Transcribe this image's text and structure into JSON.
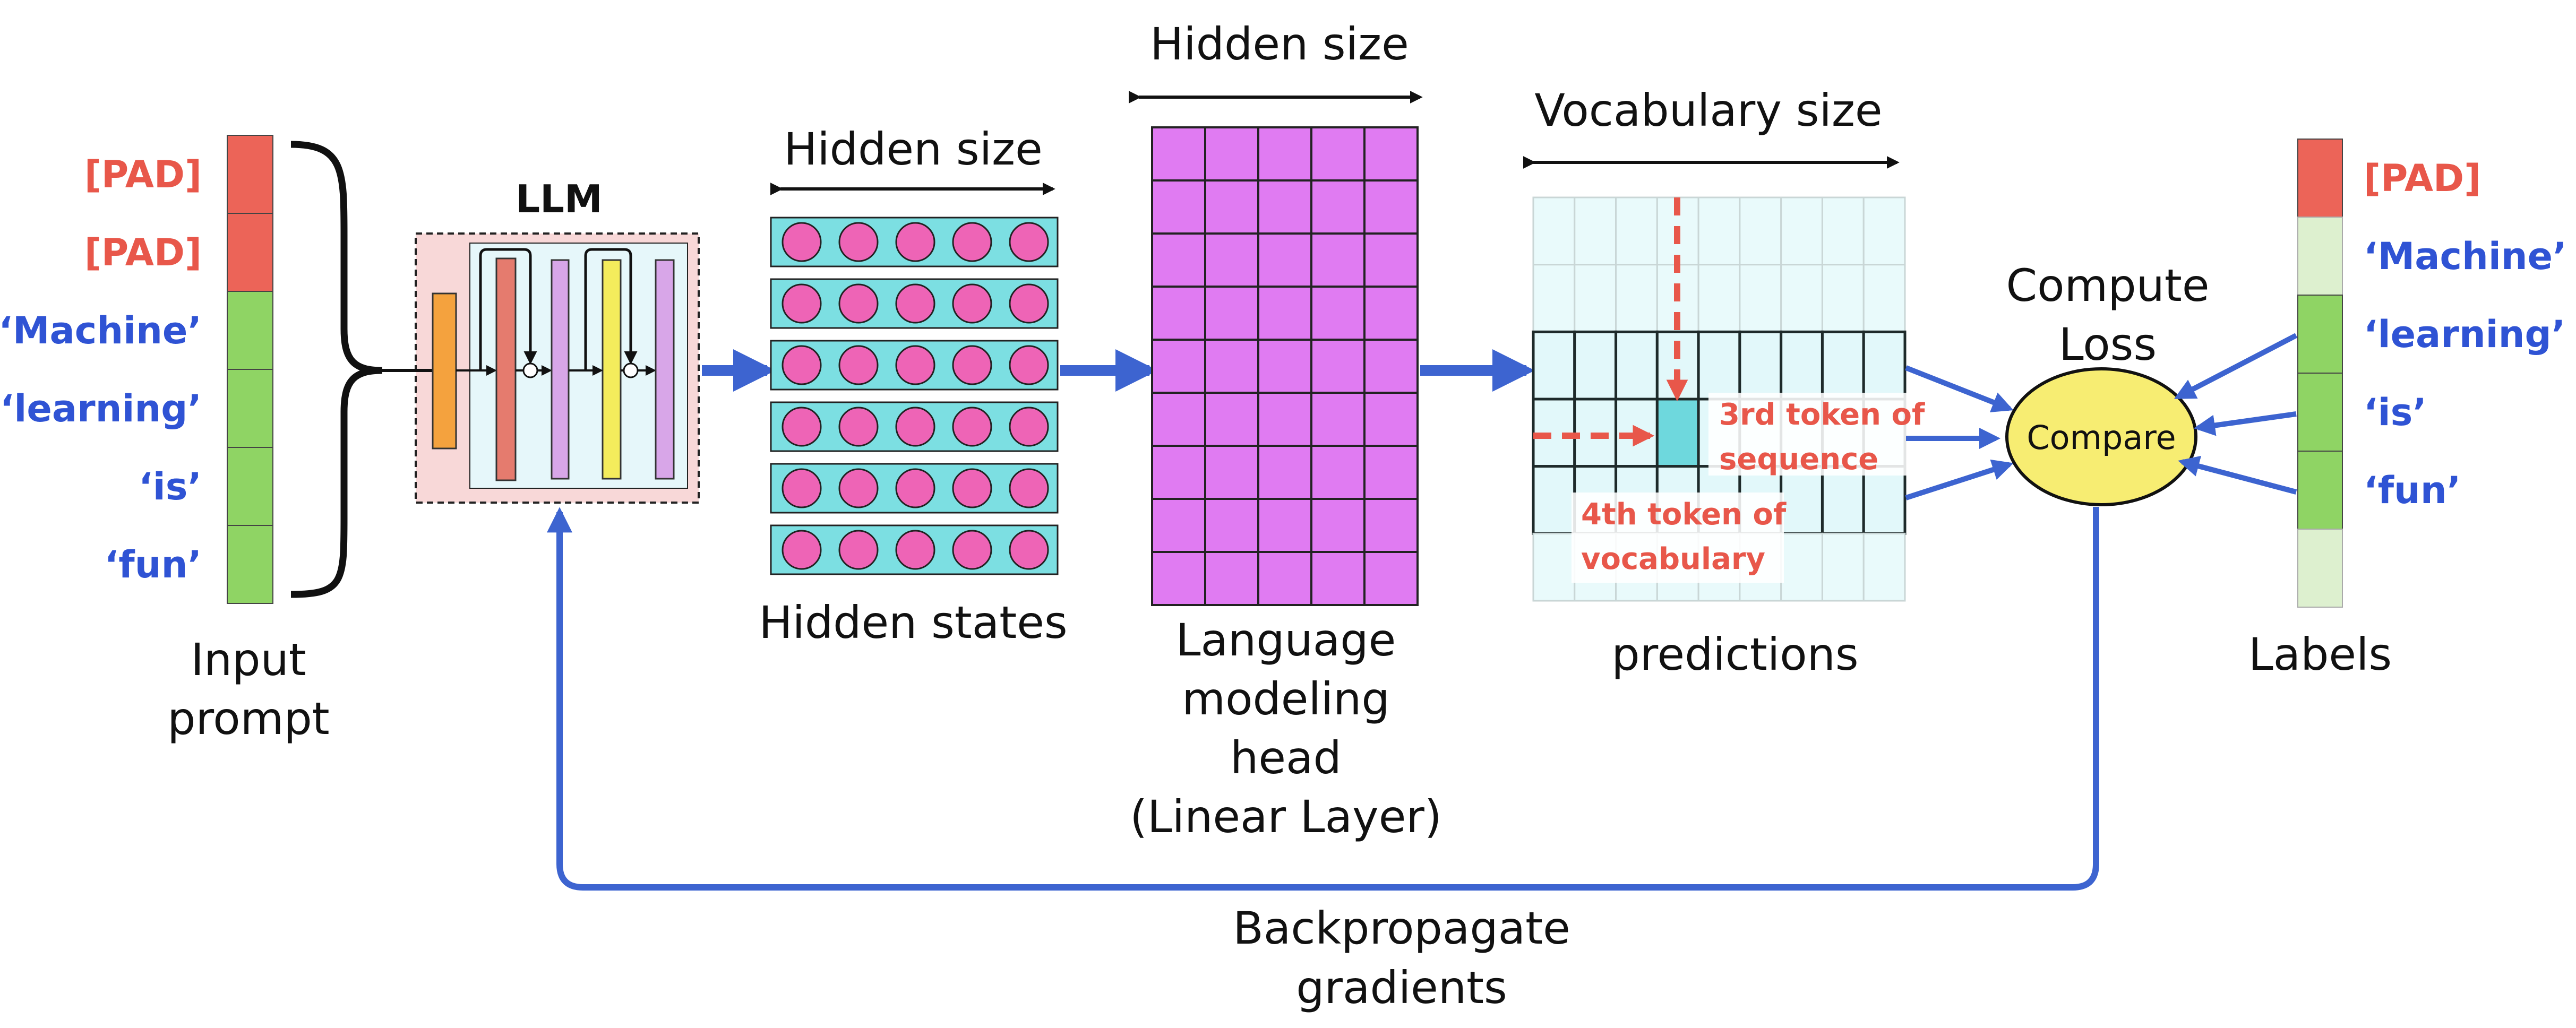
{
  "input": {
    "caption_line1": "Input",
    "caption_line2": "prompt",
    "tokens": [
      {
        "text": "[PAD]",
        "kind": "pad"
      },
      {
        "text": "[PAD]",
        "kind": "pad"
      },
      {
        "text": "‘Machine’",
        "kind": "word"
      },
      {
        "text": "‘learning’",
        "kind": "word"
      },
      {
        "text": "‘is’",
        "kind": "word"
      },
      {
        "text": "‘fun’",
        "kind": "word"
      }
    ]
  },
  "llm": {
    "label": "LLM"
  },
  "hidden_states": {
    "top_label": "Hidden size",
    "caption": "Hidden states",
    "rows": 6,
    "cols": 5
  },
  "lm_head": {
    "top_label": "Hidden size",
    "caption_lines": [
      "Language",
      "modeling",
      "head",
      "(Linear Layer)"
    ],
    "rows": 9,
    "cols": 5
  },
  "predictions": {
    "top_label": "Vocabulary size",
    "caption": "predictions",
    "rows": 6,
    "cols": 9,
    "annotation_sequence": [
      "3rd token of",
      "sequence"
    ],
    "annotation_vocab": [
      "4th token of",
      "vocabulary"
    ]
  },
  "compare": {
    "label_line1": "Compute",
    "label_line2": "Loss",
    "node": "Compare"
  },
  "labels": {
    "caption": "Labels",
    "tokens": [
      {
        "text": "[PAD]",
        "kind": "pad"
      },
      {
        "text": "‘Machine’",
        "kind": "word"
      },
      {
        "text": "‘learning’",
        "kind": "word"
      },
      {
        "text": "‘is’",
        "kind": "word"
      },
      {
        "text": "‘fun’",
        "kind": "word"
      },
      {
        "text": "",
        "kind": "empty"
      }
    ]
  },
  "backprop": {
    "line1": "Backpropagate",
    "line2": "gradients"
  },
  "colors": {
    "pad_red": "#ec6458",
    "token_green": "#8fd464",
    "pale_green": "#ddf0cf",
    "token_blue": "#2f53d4",
    "pad_text": "#e8574a",
    "arrow_blue": "#3d64d0",
    "hidden_cyan": "#7cdfe2",
    "hidden_dot": "#ee64b6",
    "lm_purple": "#e07bf2",
    "pred_cyan": "#e9fafb",
    "compare_yellow": "#f7ed72",
    "annotation_red": "#e8574a"
  }
}
